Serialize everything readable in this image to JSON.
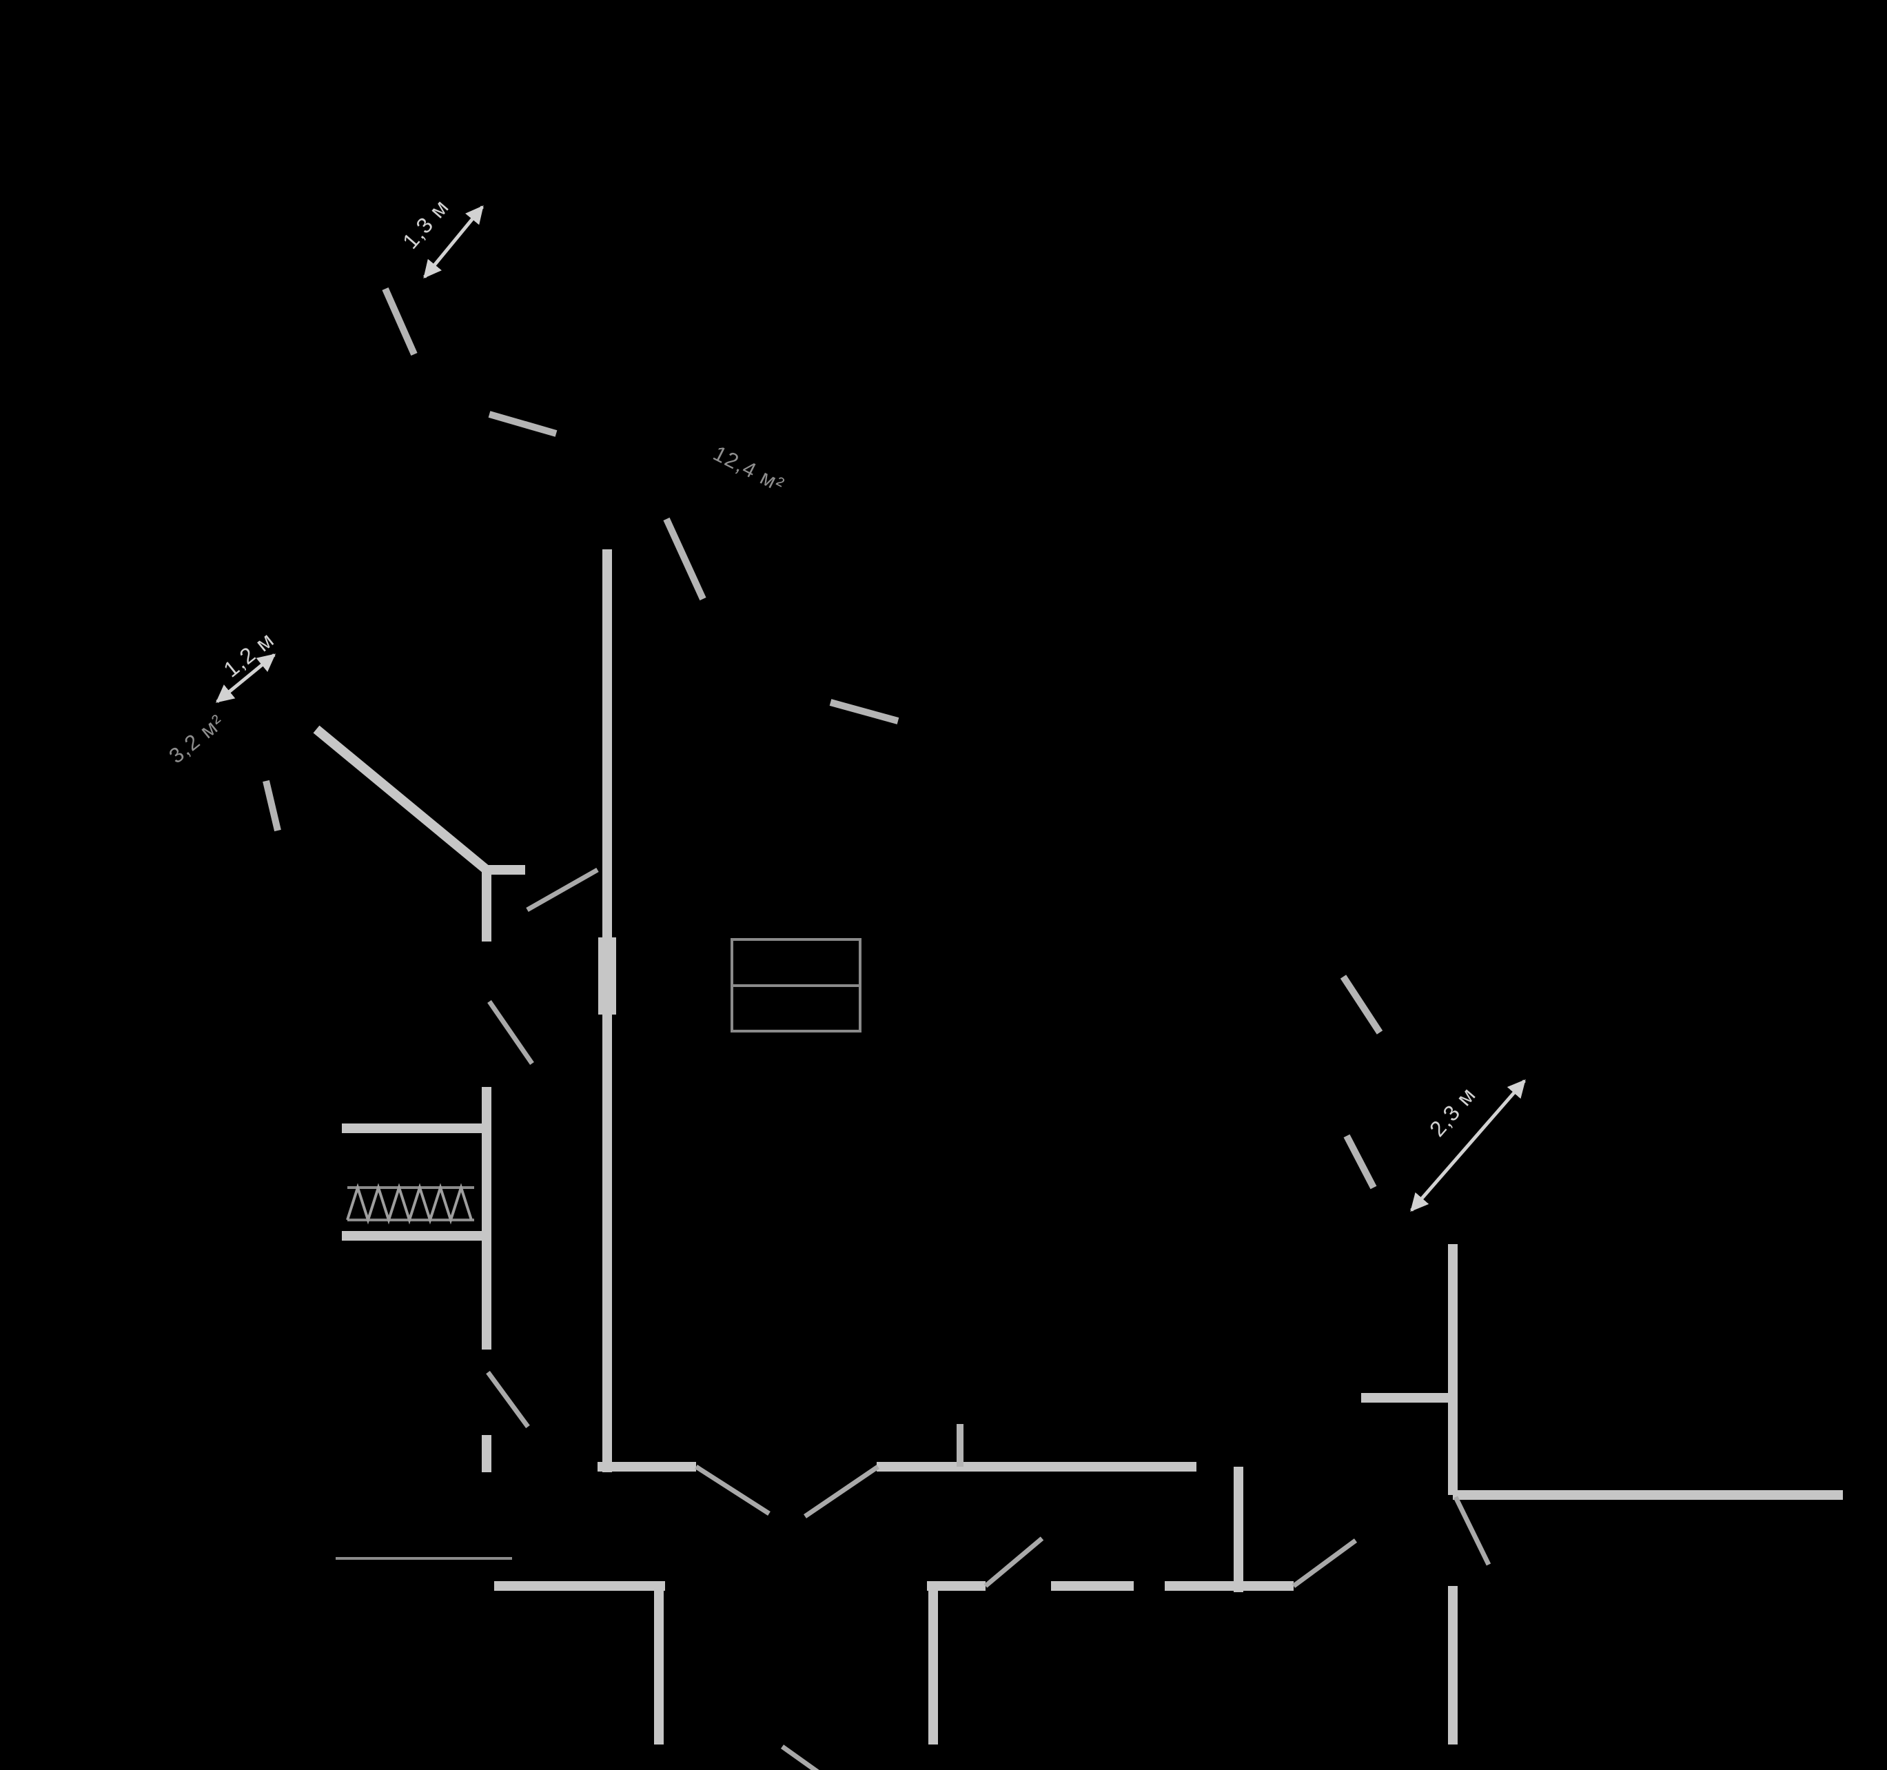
{
  "drawing": {
    "type": "apartment-floor-plan",
    "background": "#000000",
    "wall_color": "#c6c6c6",
    "secondary_wall_color": "#b4b4b4",
    "detail_color": "#8b8b8b",
    "dimension_color": "#d2d2d2",
    "area_label_color": "#8f8f8f"
  },
  "labels": {
    "dim_top": "1,3 м",
    "area_room": "12,4 м²",
    "dim_left": "1,2 м",
    "area_closet": "3,2 м²",
    "dim_right": "2,3 м"
  }
}
